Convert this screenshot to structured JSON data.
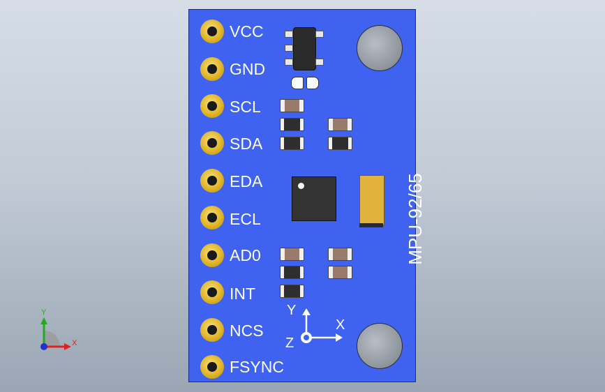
{
  "viewport": {
    "background": "#c2cbd6"
  },
  "board": {
    "color": "#3f63f0",
    "label": "MPU-92/65",
    "pins": [
      {
        "id": "vcc",
        "label": "VCC"
      },
      {
        "id": "gnd",
        "label": "GND"
      },
      {
        "id": "scl",
        "label": "SCL"
      },
      {
        "id": "sda",
        "label": "SDA"
      },
      {
        "id": "eda",
        "label": "EDA"
      },
      {
        "id": "ecl",
        "label": "ECL"
      },
      {
        "id": "ad0",
        "label": "AD0"
      },
      {
        "id": "int",
        "label": "INT"
      },
      {
        "id": "ncs",
        "label": "NCS"
      },
      {
        "id": "fsync",
        "label": "FSYNC"
      }
    ],
    "axes": {
      "y": "Y",
      "x": "X",
      "z": "Z"
    }
  },
  "triad": {
    "y": "Y",
    "x": "X"
  },
  "colors": {
    "pin_gold": "#e0b52a",
    "silkscreen": "#ffffff",
    "tantalum": "#e2b33c"
  }
}
